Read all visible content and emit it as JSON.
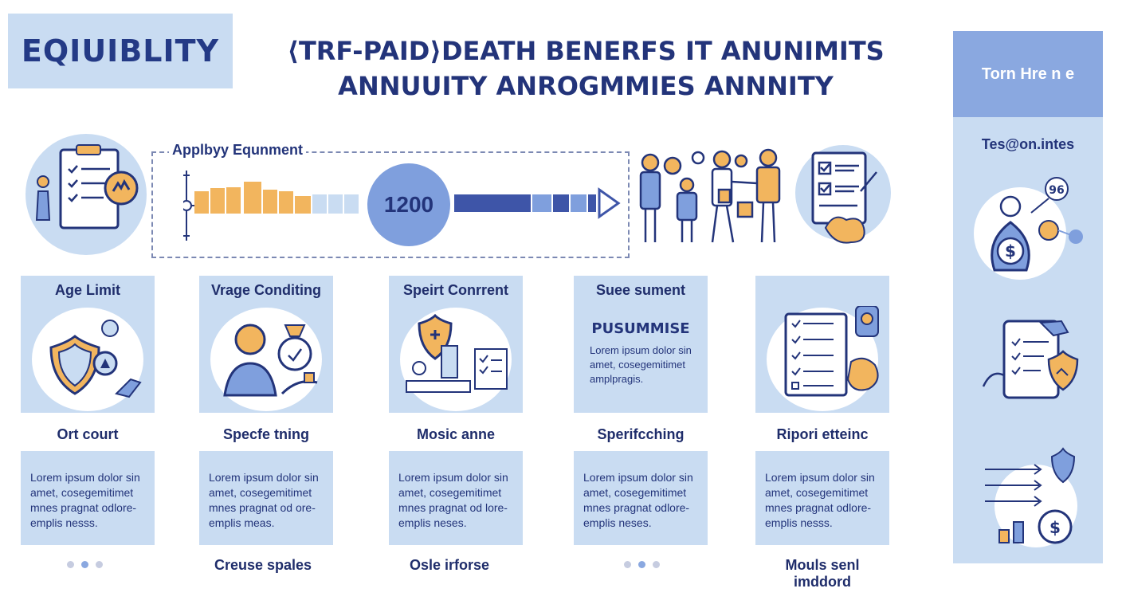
{
  "brand": {
    "logo_text": "EQIUIBLITY"
  },
  "header": {
    "title_line1": "⟨TRF-PAID⟩DEATH BENERFS IT ANUNIMITS",
    "title_line2": "ANNUUITY ANROGMMIES ANNNITY"
  },
  "process": {
    "label": "Applbyy Equnment",
    "center_value": "1200"
  },
  "cards": [
    {
      "title": "Age Limit",
      "subhead": "Ort court",
      "body": "Lorem ipsum dolor sin amet, cosegemitimet mnes pragnat odlore- emplis nesss."
    },
    {
      "title": "Vrage Conditing",
      "subhead": "Specfe tning",
      "body": "Lorem ipsum dolor sin amet, cosegemitimet mnes pragnat od ore- emplis meas."
    },
    {
      "title": "Speirt Conrrent",
      "subhead": "Mosic anne",
      "body": "Lorem ipsum dolor sin amet, cosegemitimet mnes pragnat od lore- emplis neses."
    },
    {
      "title": "Suee sument",
      "subhead": "Sperifcching",
      "body": "Lorem ipsum dolor sin amet, cosegemitimet mnes pragnat odlore- emplis neses.",
      "inner_heading": "PUSUMMISE",
      "inner_text": "Lorem ipsum dolor sin amet, cosegemitimet amplpragis."
    },
    {
      "title": "",
      "subhead": "Ripori etteinc",
      "body": "Lorem ipsum dolor sin amet, cosegemitimet mnes pragnat odlore- emplis nesss."
    }
  ],
  "footer": {
    "label_2": "Creuse spales",
    "label_3": "Osle irforse",
    "label_5": "Mouls senl imddord"
  },
  "sidebar": {
    "header": "Torn Hre n e",
    "subtitle": "Tes@on.intes",
    "badge": "96"
  },
  "colors": {
    "navy": "#23347a",
    "light_blue": "#c9dcf2",
    "mid_blue": "#8aa8e0",
    "orange": "#f2b55e"
  }
}
